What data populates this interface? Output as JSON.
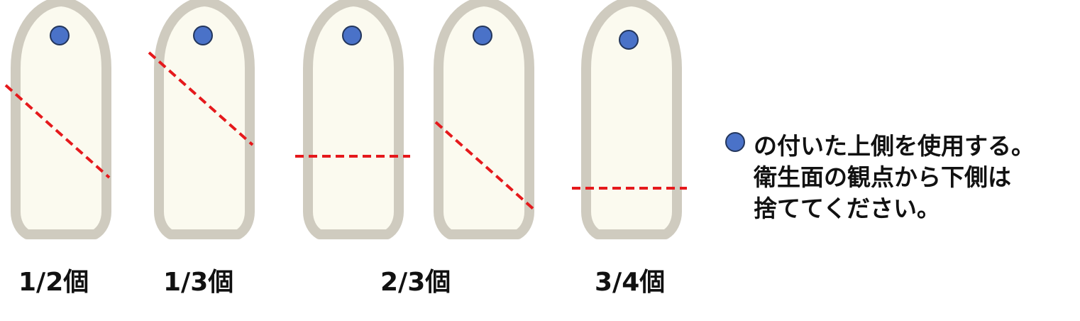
{
  "colors": {
    "pipette_fill": "#fbfaef",
    "pipette_border": "#cfcbbf",
    "dot": "#4a72c8",
    "cut_line": "#e5191c"
  },
  "labels": {
    "half": "1/2個",
    "third": "1/3個",
    "two_thirds": "2/3個",
    "three_quarters": "3/4個"
  },
  "note": {
    "line1": "の付いた上側を使用する。",
    "line2": "衛生面の観点から下側は",
    "line3": "捨ててください。"
  }
}
